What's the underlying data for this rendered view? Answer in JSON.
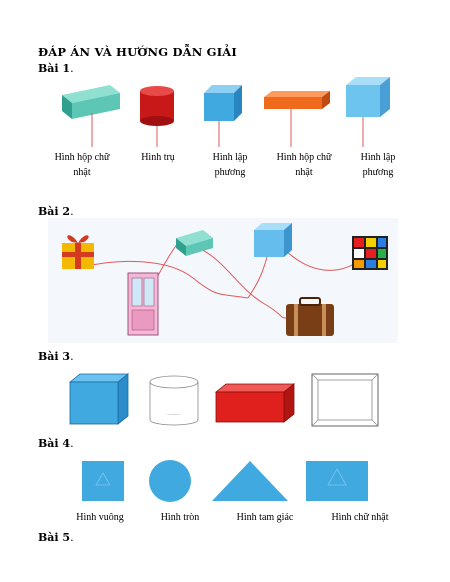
{
  "heading": "ĐÁP ÁN VÀ HƯỚNG DẪN GIẢI",
  "sections": [
    {
      "title": "Bài 1",
      "suffix": "."
    },
    {
      "title": "Bài 2",
      "suffix": "."
    },
    {
      "title": "Bài 3",
      "suffix": "."
    },
    {
      "title": "Bài 4",
      "suffix": "."
    },
    {
      "title": "Bài 5",
      "suffix": "."
    }
  ],
  "bai1": {
    "labels": [
      "Hình hộp chữ\nnhật",
      "Hình trụ",
      "Hình lập\nphương",
      "Hình hộp chữ\nnhật",
      "Hình lập\nphương"
    ]
  },
  "bai4": {
    "labels": [
      "Hình vuông",
      "Hình tròn",
      "Hình tam giác",
      "Hình chữ nhật"
    ]
  },
  "colors": {
    "blue_shape": "#3fa9e0",
    "red_shape": "#e0201c",
    "connector_line": "#e05a5a",
    "teal_box": "#5ec6b4",
    "orange_box": "#f06a1e"
  }
}
